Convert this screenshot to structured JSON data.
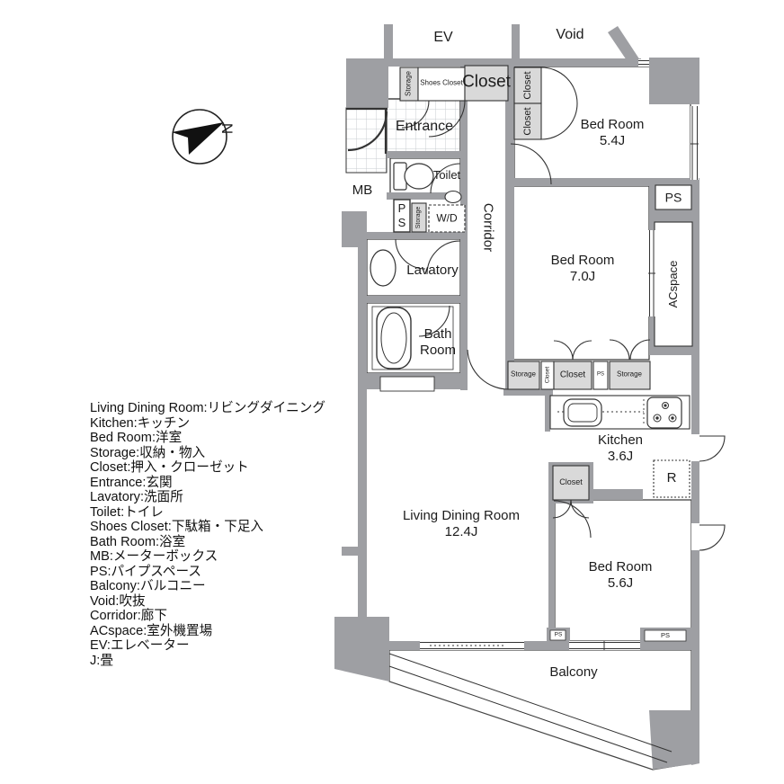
{
  "compass": {
    "north_label": "N"
  },
  "legend": {
    "items": [
      "Living Dining Room:リビングダイニング",
      "Kitchen:キッチン",
      "Bed Room:洋室",
      "Storage:収納・物入",
      "Closet:押入・クローゼット",
      "Entrance:玄関",
      "Lavatory:洗面所",
      "Toilet:トイレ",
      "Shoes Closet:下駄箱・下足入",
      "Bath Room:浴室",
      "MB:メーターボックス",
      "PS:パイプスペース",
      "Balcony:バルコニー",
      "Void:吹抜",
      "Corridor:廊下",
      "ACspace:室外機置場",
      "EV:エレベーター",
      "J:畳"
    ]
  },
  "plan": {
    "labels": {
      "ev": "EV",
      "void": "Void",
      "storage_a": "Storage",
      "shoes_closet": "Shoes Closet",
      "closet_a": "Closet",
      "closet_col_top": "Closet",
      "closet_col_bottom": "Closet",
      "bedroom1_name": "Bed Room",
      "bedroom1_size": "5.4J",
      "entrance": "Entrance",
      "mb": "MB",
      "toilet": "Toilet",
      "ps_a": "PS",
      "storage_b": "Storage",
      "wd": "W/D",
      "corridor": "Corridor",
      "lavatory": "Lavatory",
      "bathroom_l1": "Bath",
      "bathroom_l2": "Room",
      "bedroom2_name": "Bed Room",
      "bedroom2_size": "7.0J",
      "ps_c": "PS",
      "acspace": "ACspace",
      "storage_c": "Storage",
      "closet_col_mid": "Closet",
      "closet_b": "Closet",
      "ps_b": "PS",
      "storage_d": "Storage",
      "kitchen_name": "Kitchen",
      "kitchen_size": "3.6J",
      "closet_c": "Closet",
      "fridge": "R",
      "ldr_name": "Living Dining Room",
      "ldr_size": "12.4J",
      "bedroom3_name": "Bed Room",
      "bedroom3_size": "5.6J",
      "ps_d": "PS",
      "ps_e": "PS",
      "balcony": "Balcony"
    },
    "colors": {
      "wall": "#9e9fa3",
      "closet_fill": "#d9d9d9",
      "line": "#333333"
    }
  }
}
